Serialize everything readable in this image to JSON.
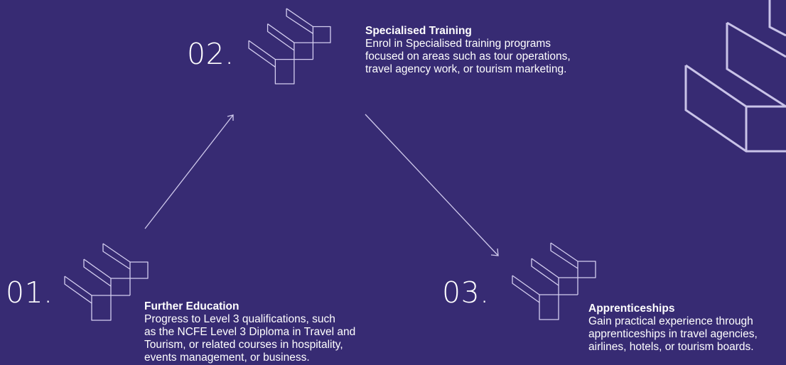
{
  "steps": [
    {
      "number": "01.",
      "title": "Further Education",
      "lines": [
        "Progress to Level 3 qualifications, such",
        "as the NCFE Level 3 Diploma in Travel and",
        "Tourism, or related courses in hospitality,",
        "events management, or business."
      ],
      "icon": "stairs-icon"
    },
    {
      "number": "02.",
      "title": "Specialised Training",
      "lines": [
        "Enrol in Specialised training programs",
        "focused on areas such as tour operations,",
        "travel agency work, or tourism marketing."
      ],
      "icon": "stairs-icon"
    },
    {
      "number": "03.",
      "title": "Apprenticeships",
      "lines": [
        "Gain practical experience through",
        "apprenticeships in travel agencies,",
        "airlines, hotels, or tourism boards."
      ],
      "icon": "stairs-icon"
    }
  ],
  "connectors": [
    {
      "from": "01.",
      "to": "02."
    },
    {
      "from": "02.",
      "to": "03."
    }
  ],
  "colors": {
    "background": "#372B73",
    "text": "#FFFFFF",
    "line": "#CFC9EC",
    "decor": "#C9C3E8"
  },
  "decorations": [
    "large-stairs-graphic"
  ]
}
